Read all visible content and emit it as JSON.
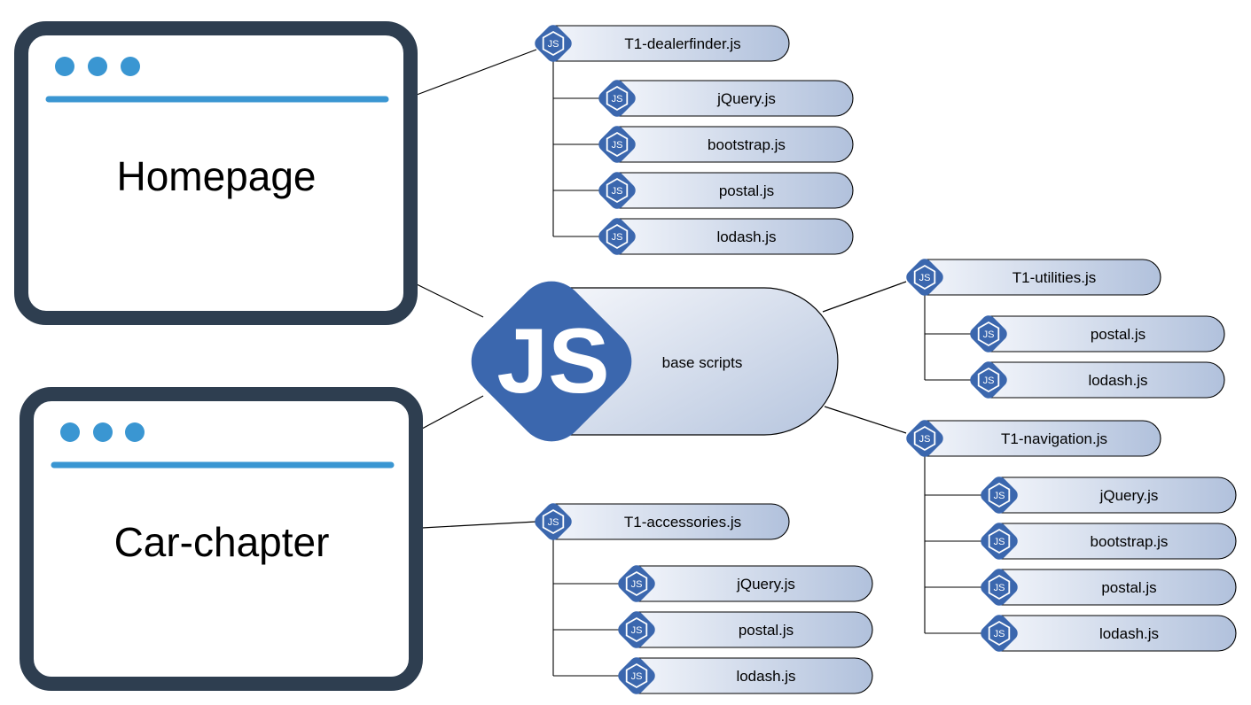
{
  "colors": {
    "frame": "#2e3e50",
    "accent": "#3a96d2",
    "js_blue": "#3b67ae",
    "pill_light": "#f1f4fa",
    "pill_dark": "#b1c1dc",
    "line": "#000000"
  },
  "pages": [
    {
      "title": "Homepage"
    },
    {
      "title": "Car-chapter"
    }
  ],
  "hub": {
    "label": "base scripts",
    "logo_text": "JS"
  },
  "modules": [
    {
      "name": "T1-dealerfinder.js",
      "deps": [
        "jQuery.js",
        "bootstrap.js",
        "postal.js",
        "lodash.js"
      ]
    },
    {
      "name": "T1-accessories.js",
      "deps": [
        "jQuery.js",
        "postal.js",
        "lodash.js"
      ]
    },
    {
      "name": "T1-utilities.js",
      "deps": [
        "postal.js",
        "lodash.js"
      ]
    },
    {
      "name": "T1-navigation.js",
      "deps": [
        "jQuery.js",
        "bootstrap.js",
        "postal.js",
        "lodash.js"
      ]
    }
  ],
  "icon_text": "JS"
}
